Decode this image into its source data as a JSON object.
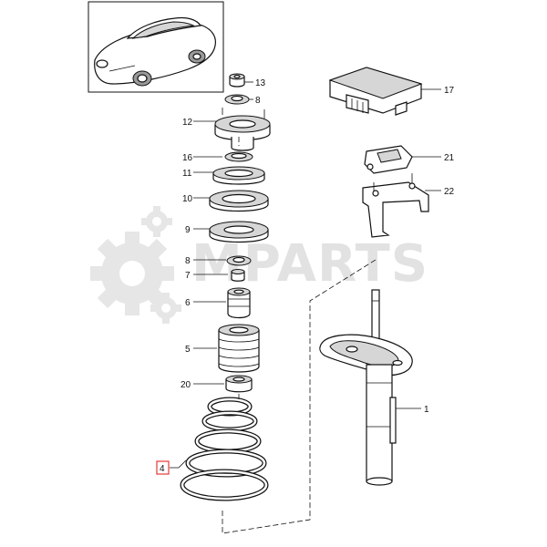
{
  "watermark": "MPARTS",
  "highlighted_callout": "4",
  "callouts": {
    "c13": "13",
    "c8a": "8",
    "c12": "12",
    "c16": "16",
    "c11": "11",
    "c10": "10",
    "c9": "9",
    "c8b": "8",
    "c7": "7",
    "c6": "6",
    "c5": "5",
    "c20": "20",
    "c4": "4",
    "c17": "17",
    "c21": "21",
    "c22": "22",
    "c1": "1"
  },
  "colors": {
    "highlight_box": "#e53935",
    "watermark": "#e2e2e2",
    "line": "#111111"
  }
}
